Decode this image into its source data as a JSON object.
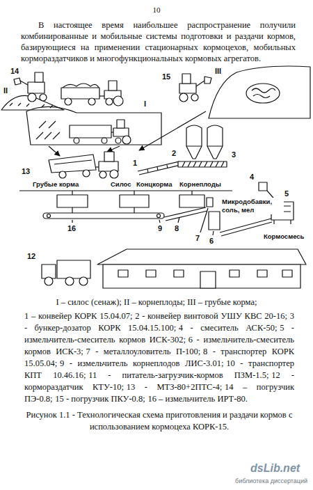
{
  "diagram": {
    "caption": "Рисунок 1.1 - Технологическая схема приготовления и раздачи кормов с использованием кормоцеха КОРК-15.",
    "labels": [
      "10",
      "В настоящее время наибольшее распространение получили комбинированные и мобильные системы подготовки и раздачи кормов, базирующиеся на применении стационарных кормоцехов, мобильных кормораздатчиков и многофункциональных кормовых агрегатов.",
      "14",
      "II",
      "15",
      "III",
      "I",
      "13",
      "1",
      "2",
      "3",
      "4",
      "Грубые корма",
      "Силос",
      "Концкорма",
      "Корнеплоды",
      "Микродобавки, соль, мел",
      "5",
      "Кормосмесь",
      "16",
      "9",
      "8",
      "7",
      "6",
      "12",
      "I – силос (сенаж); II – корнеплоды; III – грубые корма;",
      "1 – конвейер КОРК 15.04.07;",
      "2 - конвейер винтовой УШУ КВС 20-16;",
      "3 - бункер-дозатор КОРК 15.04.15.100;",
      "4 - смеситель АСК-50;",
      "5 - измельчитель-смеситель кормов ИСК-302;",
      "6 - измельчитель-смеситель кормов ИСК-3;",
      "7 - металлоуловитель П-100;",
      "8 - транспортер КОРК 15.05.04;",
      "9 - измельчитель корнеплодов ЛИС-3.01;",
      "10 - транспортер КПТ 10.46.16;",
      "11 - питатель-загрузчик-кормов ПЗМ-1.5;",
      "12 - кормораздатчик КТУ-10;",
      "13 - МТЗ-80+2ПТС-4;",
      "14 – погрузчик ПЭ-0.8;",
      "15 - погрузчик ПКУ-0.8;",
      "16 – измельчитель ИРТ-80.",
      "dsLib.net",
      "библиотека диссертаций"
    ]
  }
}
